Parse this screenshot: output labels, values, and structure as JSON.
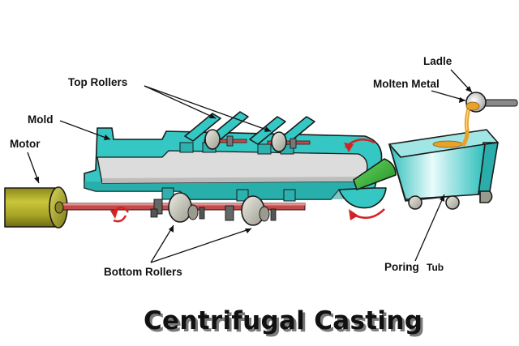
{
  "title": "Centrifugal Casting",
  "labels": {
    "ladle": "Ladle",
    "molten_metal": "Molten Metal",
    "top_rollers": "Top Rollers",
    "mold": "Mold",
    "motor": "Motor",
    "bottom_rollers": "Bottom Rollers",
    "poring": "Poring",
    "tub": "Tub"
  },
  "colors": {
    "mold_teal": "#35c7c3",
    "mold_dark": "#1e9a97",
    "cavity_gray": "#dcdcdc",
    "motor_olive": "#b4b02a",
    "shaft_red": "#c24a4a",
    "roller_gray": "#bdbdb0",
    "pour_green": "#2ea82e",
    "molten_orange": "#e8a12a",
    "arrow_red": "#d42323"
  }
}
